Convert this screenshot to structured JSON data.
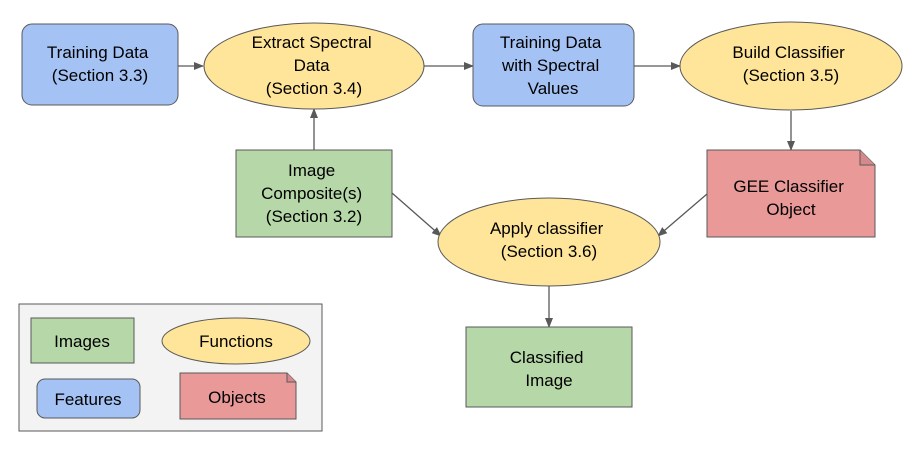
{
  "colors": {
    "features": "#a4c2f4",
    "functions": "#ffe599",
    "images": "#b6d7a8",
    "objects": "#ea9999",
    "stroke": "#595959",
    "legend_bg": "#f3f3f3",
    "arrow": "#595959"
  },
  "nodes": {
    "training_data": {
      "line1": "Training Data",
      "line2": "(Section 3.3)"
    },
    "extract_spectral": {
      "line1": "Extract Spectral",
      "line2": "Data",
      "line3": "(Section 3.4)"
    },
    "training_spectral": {
      "line1": "Training Data",
      "line2": "with Spectral",
      "line3": "Values"
    },
    "build_classifier": {
      "line1": "Build Classifier",
      "line2": "(Section 3.5)"
    },
    "image_composite": {
      "line1": "Image",
      "line2": "Composite(s)",
      "line3": "(Section 3.2)"
    },
    "apply_classifier": {
      "line1": "Apply classifier",
      "line2": "(Section 3.6)"
    },
    "gee_classifier": {
      "line1": "GEE Classifier",
      "line2": "Object"
    },
    "classified_image": {
      "line1": "Classified",
      "line2": "Image"
    }
  },
  "legend": {
    "images": "Images",
    "functions": "Functions",
    "features": "Features",
    "objects": "Objects"
  }
}
